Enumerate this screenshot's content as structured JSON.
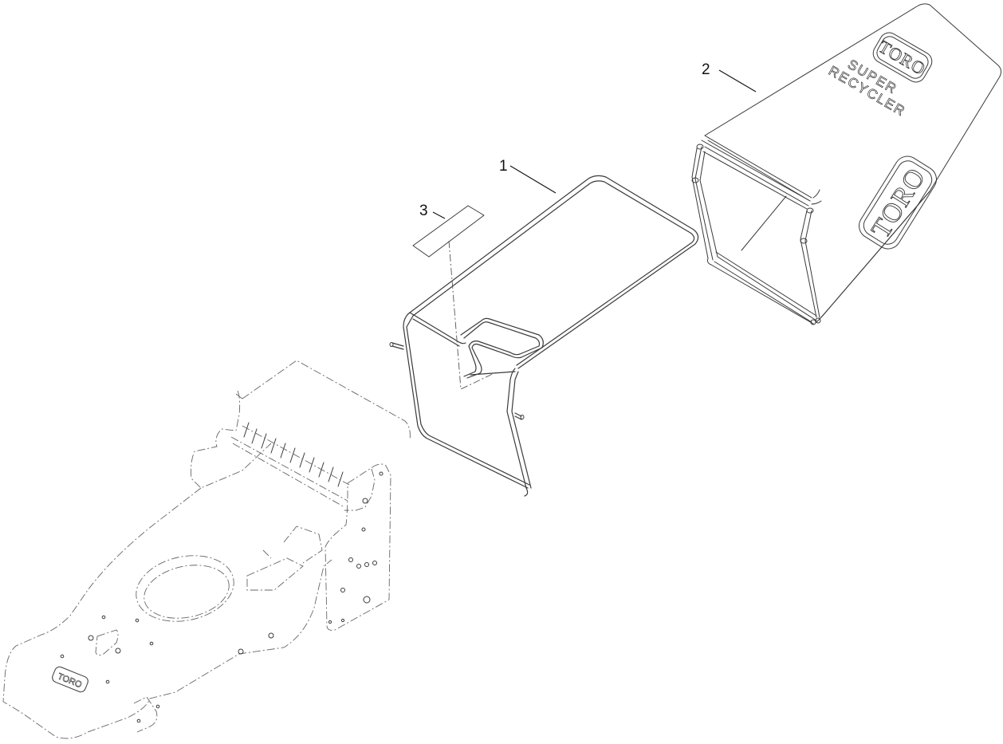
{
  "diagram": {
    "type": "exploded-parts-view",
    "background": "#ffffff",
    "line_color": "#3a3a3a"
  },
  "callouts": [
    {
      "id": "1",
      "label": "1",
      "part": "grass-bag-frame"
    },
    {
      "id": "2",
      "label": "2",
      "part": "grass-bag"
    },
    {
      "id": "3",
      "label": "3",
      "part": "decal"
    }
  ],
  "bag": {
    "top_logo": "TORO",
    "product_line1": "SUPER",
    "product_line2": "RECYCLER",
    "side_logo": "TORO"
  },
  "deck": {
    "logo": "TORO"
  }
}
